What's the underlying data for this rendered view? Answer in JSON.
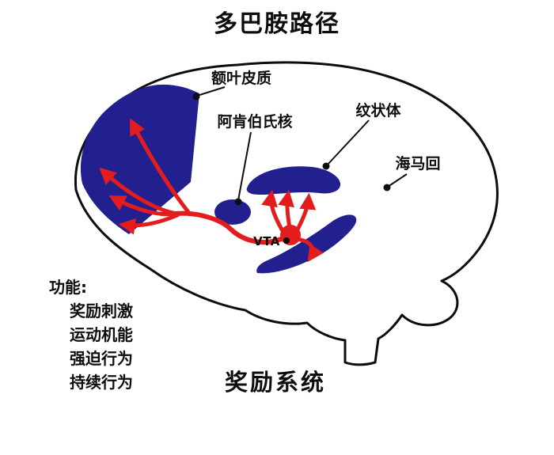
{
  "title": "多巴胺路径",
  "footer_title": "奖励系统",
  "labels": {
    "frontal_cortex": "额叶皮质",
    "nucleus_accumbens": "阿肯伯氏核",
    "striatum": "纹状体",
    "hippocampus": "海马回",
    "vta": "VTA"
  },
  "functions": {
    "heading": "功能:",
    "items": [
      "奖励刺激",
      "运动机能",
      "强迫行为",
      "持续行为"
    ]
  },
  "colors": {
    "region": "#221f8f",
    "pathway": "#e31d1d",
    "ink": "#0d0d0d",
    "background": "#ffffff"
  }
}
